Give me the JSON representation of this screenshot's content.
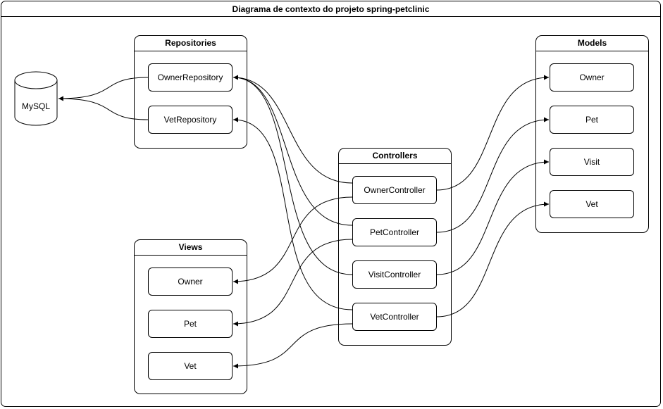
{
  "title": "Diagrama de contexto do projeto spring-petclinic",
  "database": {
    "label": "MySQL"
  },
  "groups": {
    "repositories": {
      "title": "Repositories",
      "items": [
        "OwnerRepository",
        "VetRepository"
      ]
    },
    "views": {
      "title": "Views",
      "items": [
        "Owner",
        "Pet",
        "Vet"
      ]
    },
    "controllers": {
      "title": "Controllers",
      "items": [
        "OwnerController",
        "PetController",
        "VisitController",
        "VetController"
      ]
    },
    "models": {
      "title": "Models",
      "items": [
        "Owner",
        "Pet",
        "Visit",
        "Vet"
      ]
    }
  },
  "edges": [
    {
      "from": "OwnerRepository",
      "to": "MySQL"
    },
    {
      "from": "VetRepository",
      "to": "MySQL"
    },
    {
      "from": "OwnerController",
      "to": "OwnerRepository"
    },
    {
      "from": "PetController",
      "to": "OwnerRepository"
    },
    {
      "from": "VisitController",
      "to": "OwnerRepository"
    },
    {
      "from": "VetController",
      "to": "VetRepository"
    },
    {
      "from": "OwnerController",
      "to": "Owner view"
    },
    {
      "from": "PetController",
      "to": "Pet view"
    },
    {
      "from": "VetController",
      "to": "Vet view"
    },
    {
      "from": "OwnerController",
      "to": "Owner model"
    },
    {
      "from": "PetController",
      "to": "Pet model"
    },
    {
      "from": "VisitController",
      "to": "Visit model"
    },
    {
      "from": "VetController",
      "to": "Vet model"
    }
  ]
}
